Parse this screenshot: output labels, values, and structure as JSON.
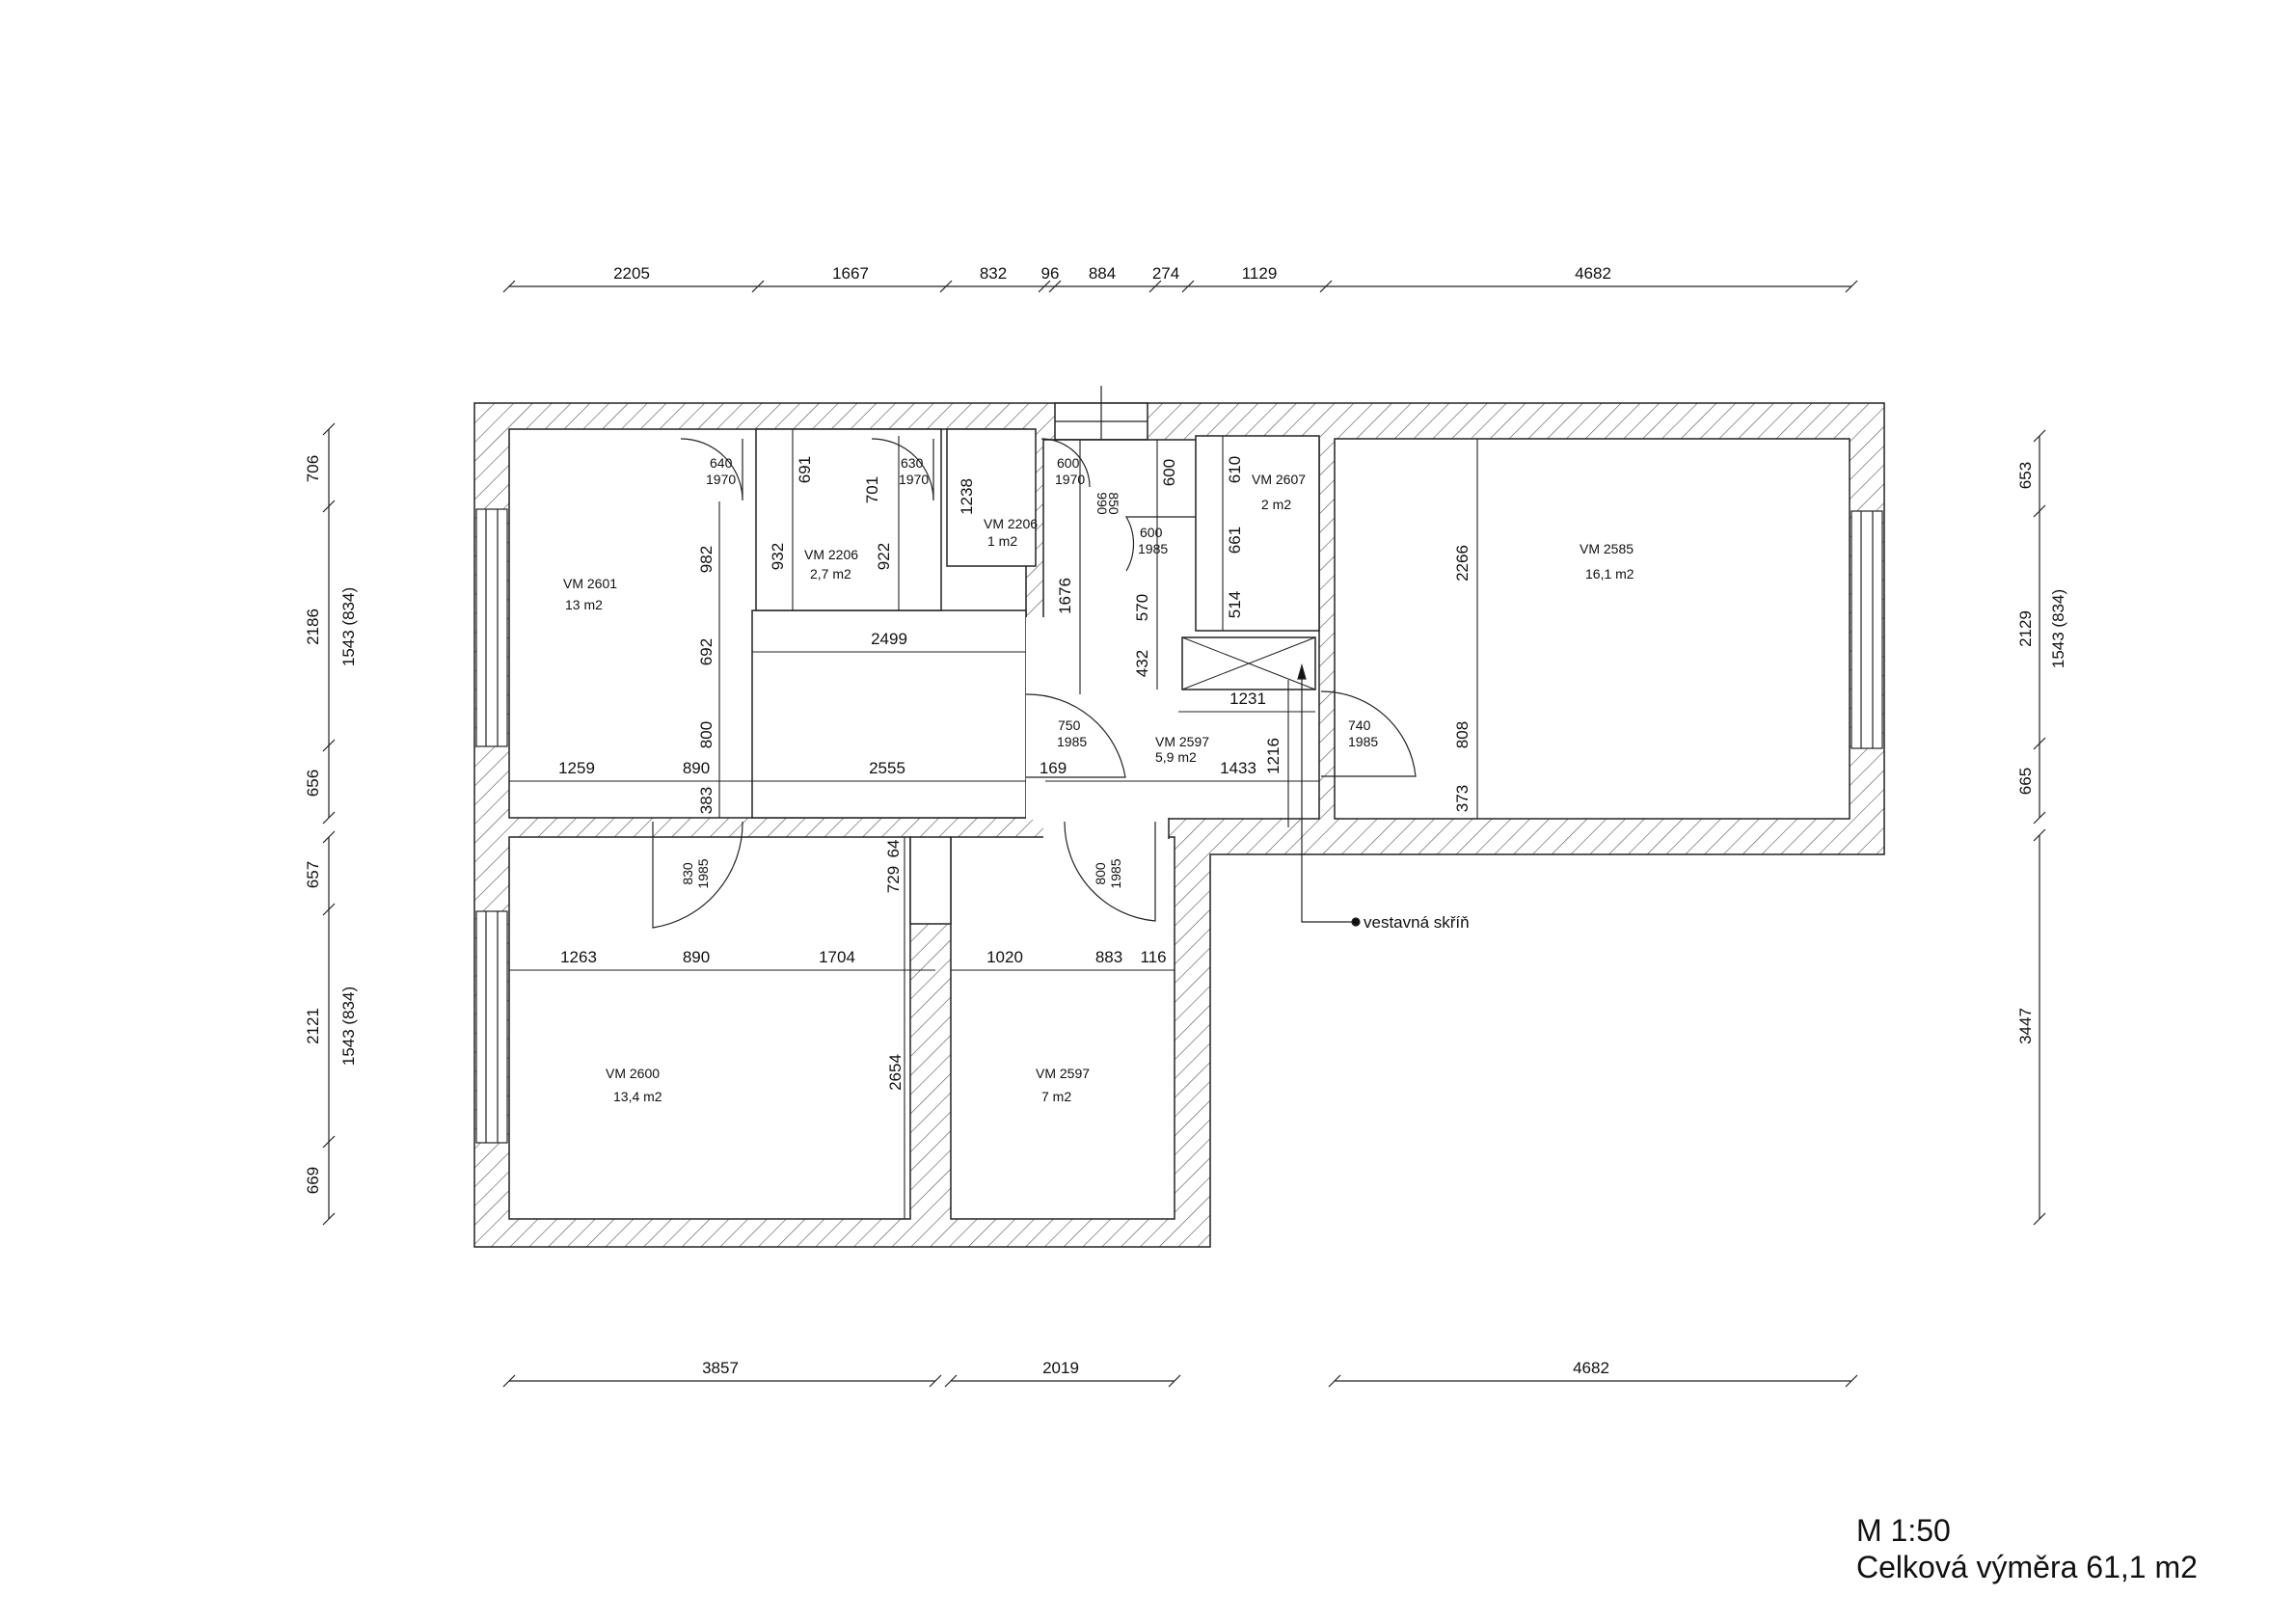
{
  "scale": "M 1:50",
  "total_area": "Celková výměra 61,1 m2",
  "callout": "vestavná skříň",
  "rooms": [
    {
      "name": "VM 2601",
      "area": "13 m2"
    },
    {
      "name": "VM 2206",
      "area": "2,7 m2"
    },
    {
      "name": "VM 2206",
      "area": "1 m2"
    },
    {
      "name": "VM 2607",
      "area": "2 m2"
    },
    {
      "name": "VM 2585",
      "area": "16,1  m2"
    },
    {
      "name": "VM 2597",
      "area": "5,9 m2"
    },
    {
      "name": "VM 2600",
      "area": "13,4 m2"
    },
    {
      "name": "VM 2597",
      "area": "7 m2"
    }
  ],
  "top_dims": [
    "2205",
    "1667",
    "832",
    "96",
    "884",
    "274",
    "1129",
    "4682"
  ],
  "bottom_dims": [
    "3857",
    "2019",
    "4682"
  ],
  "left_dims": [
    "706",
    "2186",
    "656",
    "657",
    "2121",
    "669"
  ],
  "left_inner_dims": [
    "1543 (834)",
    "1543 (834)"
  ],
  "right_dims": [
    "653",
    "2129",
    "665",
    "3447"
  ],
  "right_inner_dims": [
    "1543 (834)"
  ],
  "doors": [
    {
      "w": "640",
      "h": "1970"
    },
    {
      "w": "630",
      "h": "1970"
    },
    {
      "w": "600",
      "h": "1970"
    },
    {
      "w": "600",
      "h": "1985"
    },
    {
      "w": "750",
      "h": "1985"
    },
    {
      "w": "740",
      "h": "1985"
    },
    {
      "w": "830",
      "h": "1985"
    },
    {
      "w": "800",
      "h": "1985"
    }
  ],
  "inner_dims": {
    "h": [
      "2499",
      "1231",
      "1259",
      "890",
      "2555",
      "169",
      "1433",
      "1263",
      "890",
      "1704",
      "1020",
      "883",
      "116"
    ],
    "v": [
      "691",
      "932",
      "922",
      "701",
      "1238",
      "990",
      "850",
      "600",
      "610",
      "661",
      "514",
      "570",
      "432",
      "1676",
      "982",
      "692",
      "800",
      "383",
      "2266",
      "808",
      "373",
      "1216",
      "729",
      "64",
      "2654"
    ]
  }
}
